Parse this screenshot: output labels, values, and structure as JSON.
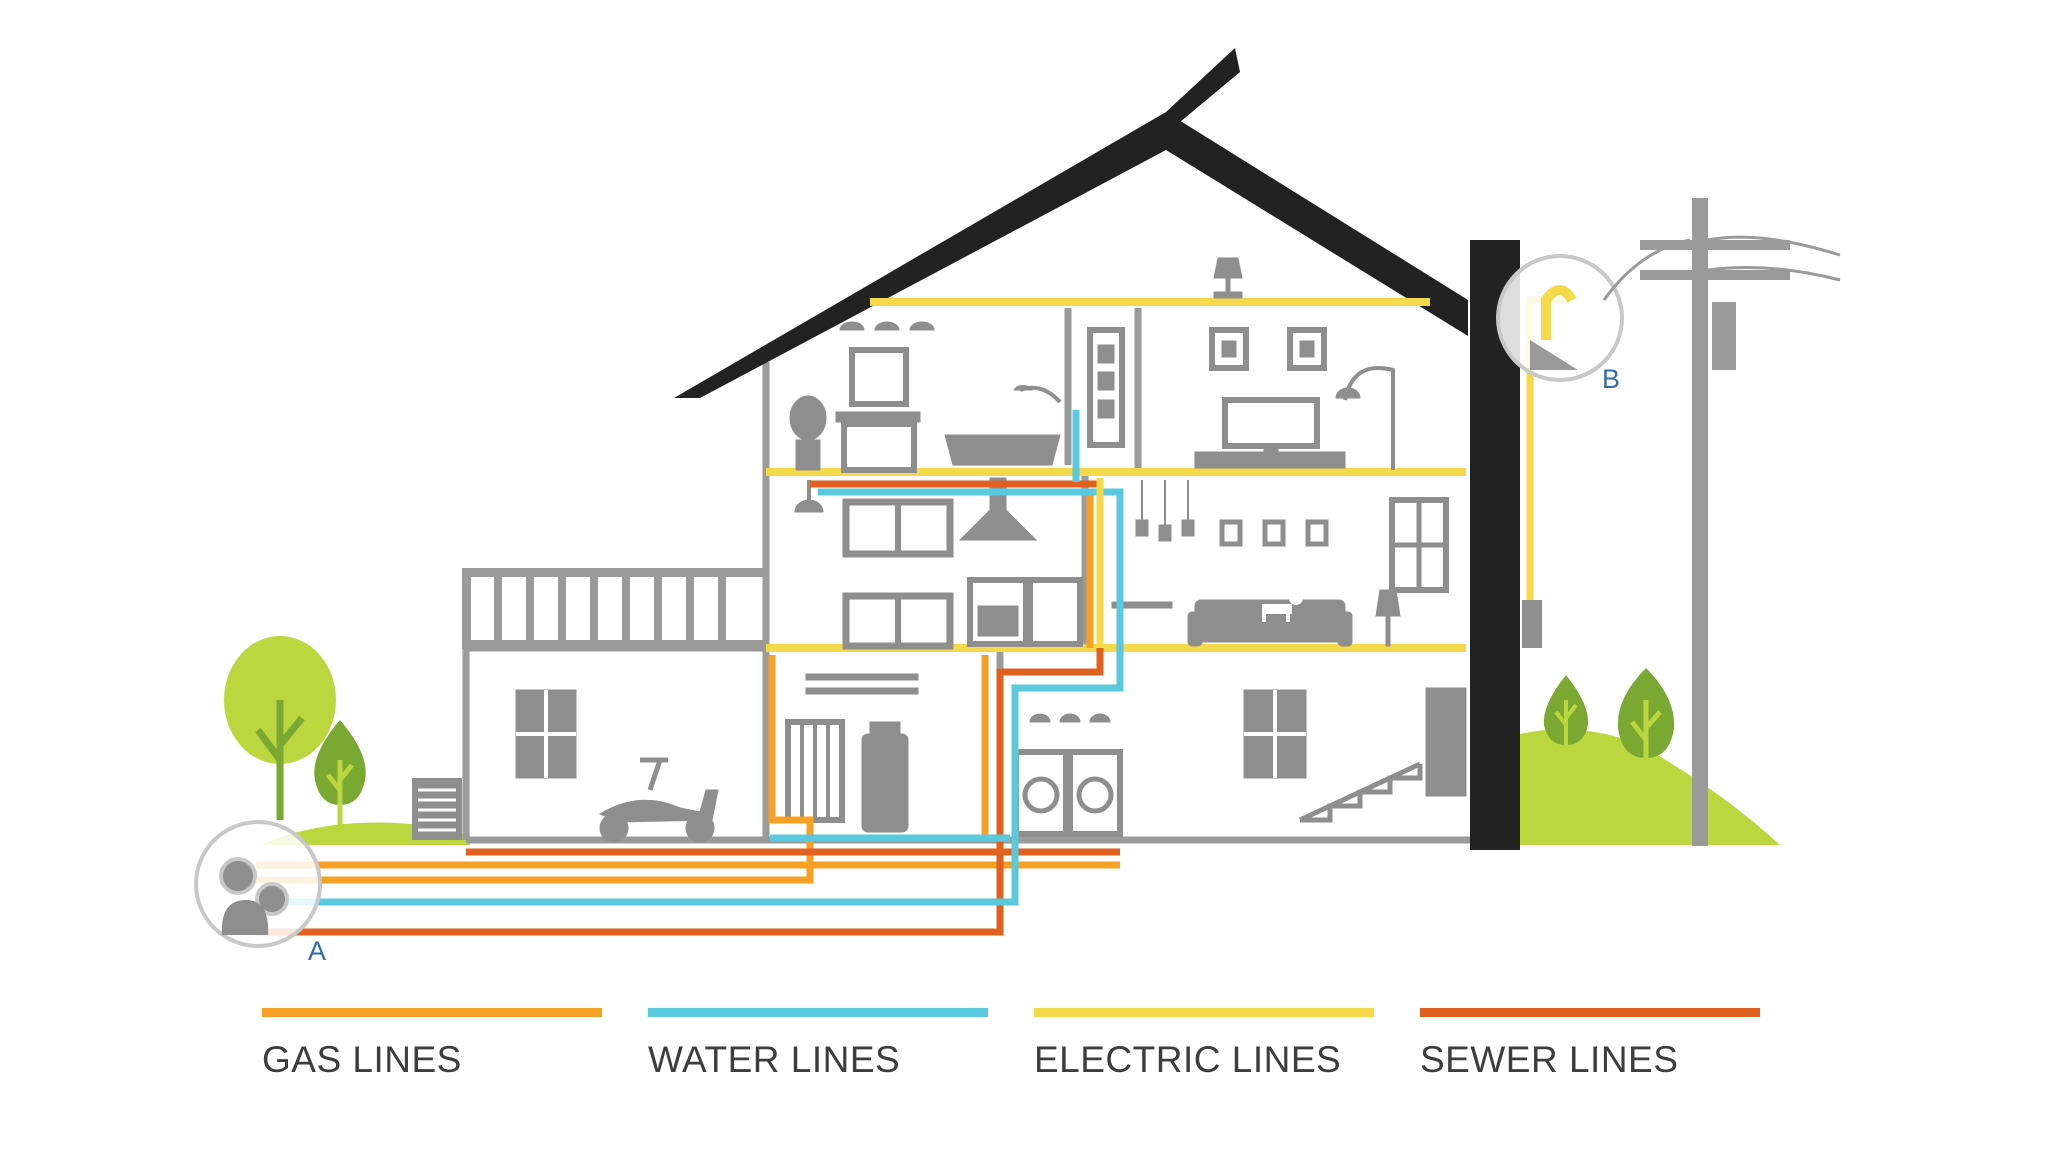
{
  "colors": {
    "gas": "#f6a126",
    "water": "#5ac8dd",
    "electric": "#f5d94a",
    "sewer": "#e0611f",
    "roof": "#222222",
    "furniture": "#8e8e8e",
    "tree_light": "#bcd640",
    "tree_dark": "#7aa832",
    "callout_text": "#2f6fa8"
  },
  "callouts": {
    "a": "A",
    "b": "B"
  },
  "legend": [
    {
      "key": "gas",
      "label": "GAS LINES",
      "color": "#f6a126"
    },
    {
      "key": "water",
      "label": "WATER LINES",
      "color": "#5ac8dd"
    },
    {
      "key": "electric",
      "label": "ELECTRIC LINES",
      "color": "#f5d94a"
    },
    {
      "key": "sewer",
      "label": "SEWER LINES",
      "color": "#e0611f"
    }
  ],
  "icons": [
    "tree-icon",
    "utility-pole-icon",
    "meter-icon",
    "scooter-icon",
    "washer-icon",
    "bathtub-icon",
    "toilet-icon",
    "sofa-icon",
    "dog-icon",
    "stove-icon",
    "lamp-icon",
    "tv-icon",
    "window-icon",
    "stairs-icon",
    "water-heater-icon",
    "pendant-light-icon"
  ]
}
